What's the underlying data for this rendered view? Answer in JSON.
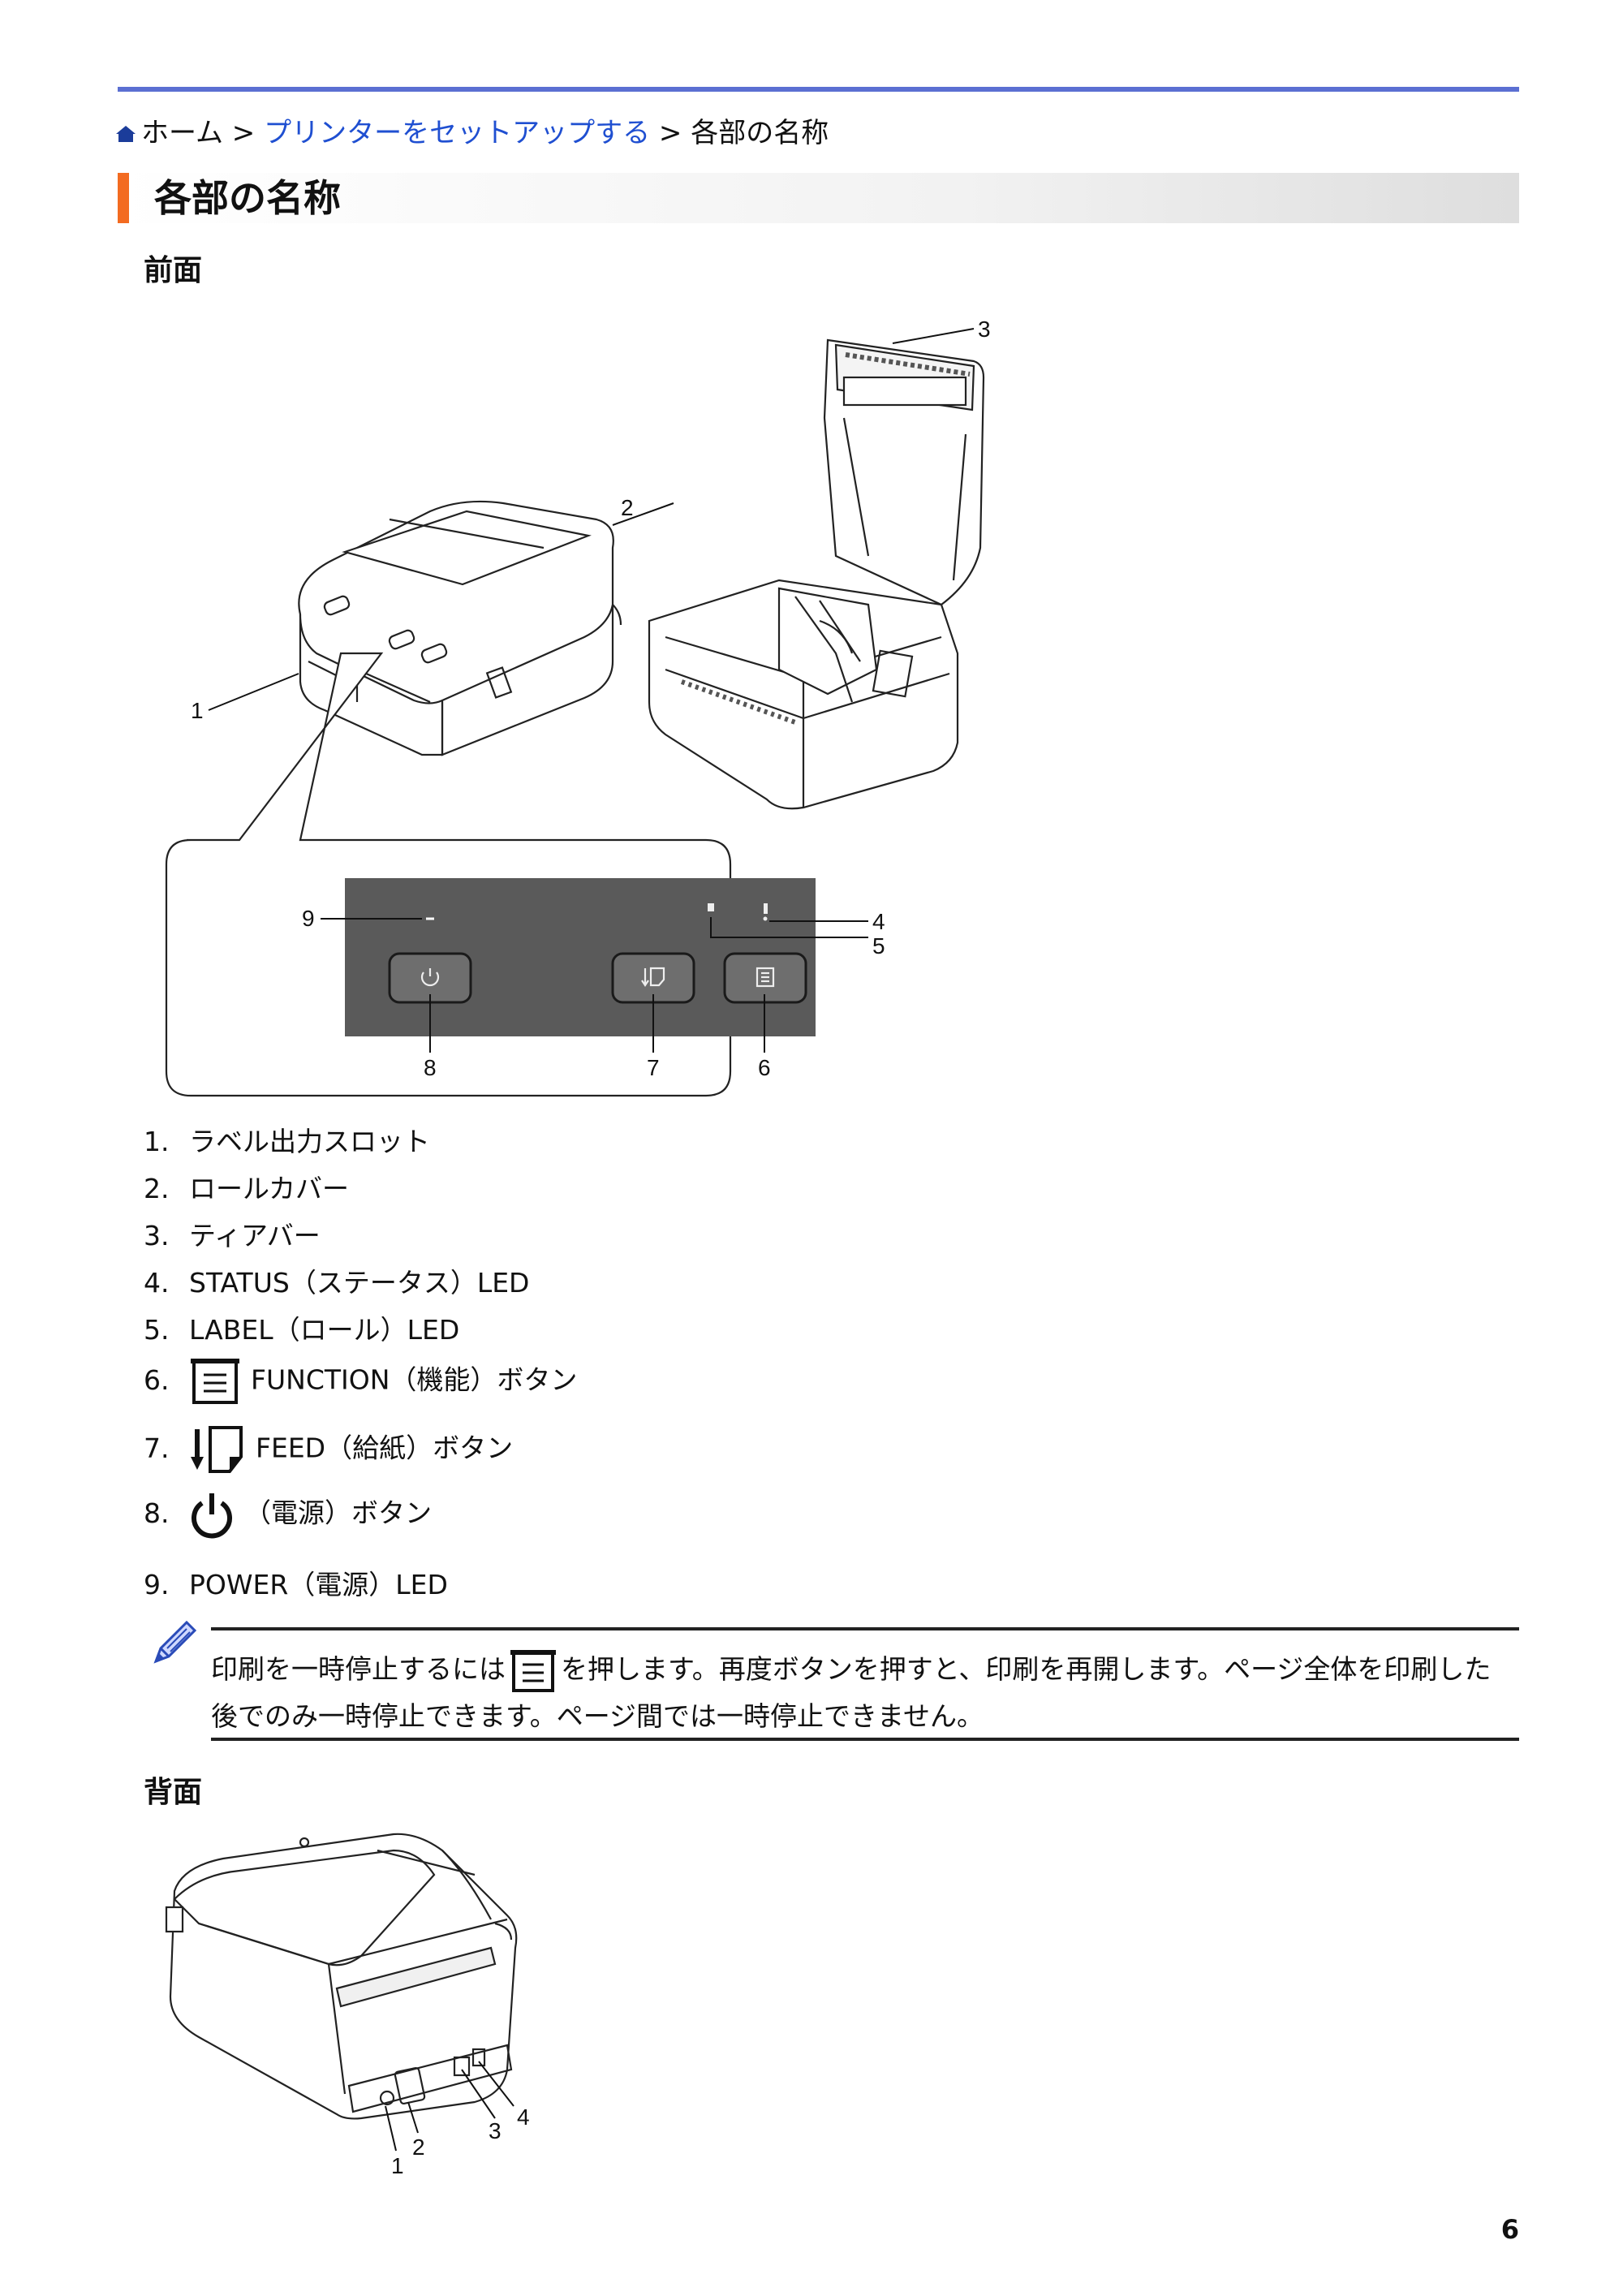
{
  "breadcrumb": {
    "home": "ホーム",
    "sep1": " > ",
    "link": "プリンターをセットアップする",
    "sep2": " > ",
    "current": "各部の名称"
  },
  "page_title": "各部の名称",
  "front": {
    "heading": "前面",
    "callouts": {
      "c1": "1",
      "c2": "2",
      "c3": "3",
      "c4": "4",
      "c5": "5",
      "c6": "6",
      "c7": "7",
      "c8": "8",
      "c9": "9"
    }
  },
  "parts": [
    {
      "num": "1.",
      "label": "ラベル出力スロット"
    },
    {
      "num": "2.",
      "label": "ロールカバー"
    },
    {
      "num": "3.",
      "label": "ティアバー"
    },
    {
      "num": "4.",
      "label": "STATUS（ステータス）LED"
    },
    {
      "num": "5.",
      "label": "LABEL（ロール）LED"
    },
    {
      "num": "6.",
      "label": "FUNCTION（機能）ボタン",
      "icon": "function-icon"
    },
    {
      "num": "7.",
      "label": "FEED（給紙）ボタン",
      "icon": "feed-icon"
    },
    {
      "num": "8.",
      "label": "（電源）ボタン",
      "icon": "power-icon"
    },
    {
      "num": "9.",
      "label": "POWER（電源）LED"
    }
  ],
  "note": {
    "line1_a": "印刷を一時停止するには",
    "line1_b": "を押します。再度ボタンを押すと、印刷を再開します。ページ全体を印刷した",
    "line2": "後でのみ一時停止できます。ページ間では一時停止できません。"
  },
  "back": {
    "heading": "背面",
    "callouts": {
      "c1": "1",
      "c2": "2",
      "c3": "3",
      "c4": "4"
    }
  },
  "page_number": "6",
  "colors": {
    "accent": "#f36b21",
    "rule": "#5b6fd2",
    "link": "#1f4fd1"
  }
}
